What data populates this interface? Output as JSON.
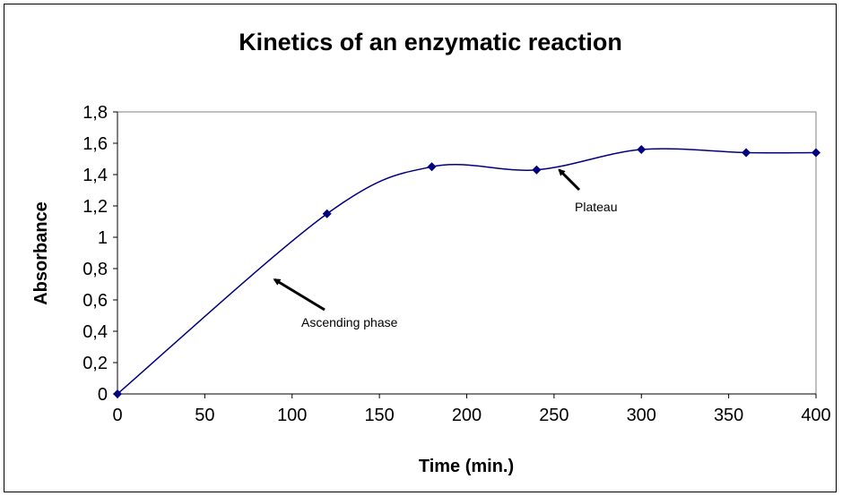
{
  "chart_data": {
    "type": "line",
    "title": "Kinetics of an enzymatic reaction",
    "xlabel": "Time (min.)",
    "ylabel": "Absorbance",
    "xlim": [
      0,
      400
    ],
    "ylim": [
      0,
      1.8
    ],
    "x_ticks": [
      "0",
      "50",
      "100",
      "150",
      "200",
      "250",
      "300",
      "350",
      "400"
    ],
    "y_ticks": [
      "0",
      "0,2",
      "0,4",
      "0,6",
      "0,8",
      "1",
      "1,2",
      "1,4",
      "1,6",
      "1,8"
    ],
    "grid": false,
    "legend": "none",
    "series": [
      {
        "x": [
          0,
          120,
          180,
          240,
          300,
          360,
          400
        ],
        "y": [
          0,
          1.15,
          1.45,
          1.43,
          1.56,
          1.54,
          1.54
        ],
        "color": "#000080",
        "marker": "diamond",
        "smooth": true
      }
    ],
    "annotations": [
      {
        "text": "Ascending phase",
        "arrow_to": [
          90,
          0.73
        ]
      },
      {
        "text": "Plateau",
        "arrow_to": [
          253,
          1.43
        ]
      }
    ]
  }
}
